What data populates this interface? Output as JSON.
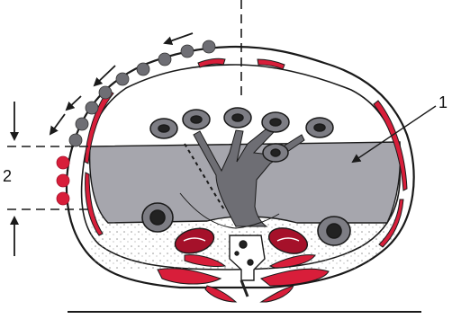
{
  "labels": {
    "one": "1",
    "two": "2"
  },
  "colors": {
    "outline": "#1a1a1a",
    "fluid_gray": "#a6a6ad",
    "intestine_gray": "#7d7d84",
    "red": "#d81e3a",
    "dark_red": "#a5112a",
    "ink_gray": "#6e6e74"
  },
  "icons": {
    "rotation_direction": "arrow-counterclockwise-icon",
    "section_line": "dashed-line"
  }
}
